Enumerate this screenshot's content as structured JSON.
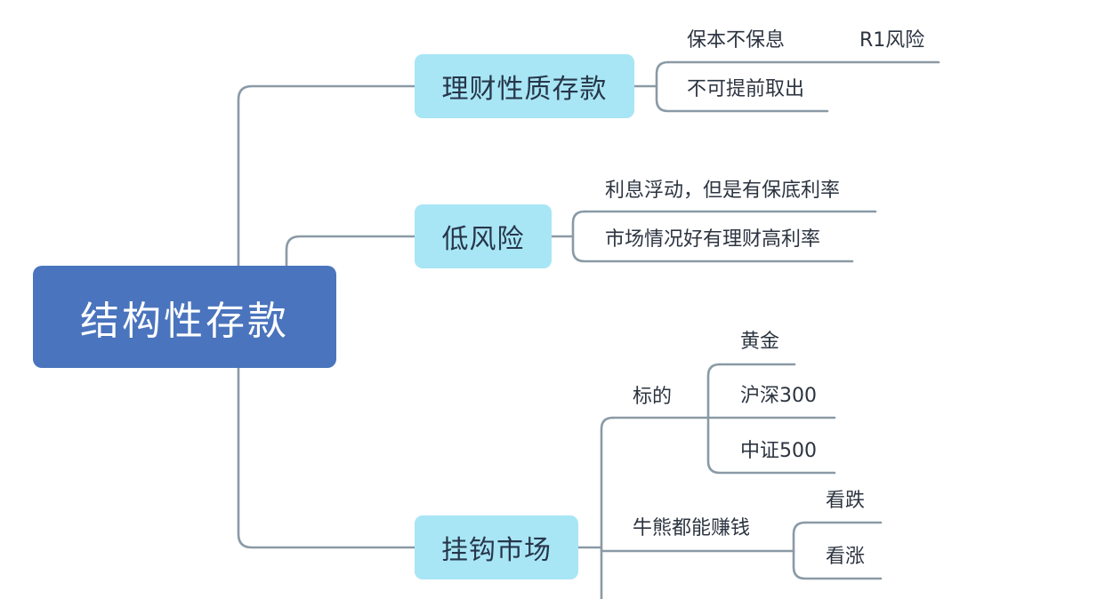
{
  "root": {
    "label": "结构性存款"
  },
  "branches": [
    {
      "label": "理财性质存款",
      "items": [
        {
          "label": "保本不保息",
          "child": "R1风险"
        },
        {
          "label": "不可提前取出"
        }
      ]
    },
    {
      "label": "低风险",
      "items": [
        {
          "label": "利息浮动，但是有保底利率"
        },
        {
          "label": "市场情况好有理财高利率"
        }
      ]
    },
    {
      "label": "挂钩市场",
      "items": [
        {
          "label": "标的",
          "children": [
            "黄金",
            "沪深300",
            "中证500"
          ]
        },
        {
          "label": "牛熊都能赚钱",
          "children": [
            "看跌",
            "看涨"
          ]
        }
      ]
    }
  ],
  "colors": {
    "root": "#4a74bd",
    "branch": "#a8e6f5",
    "line": "#8a9aa6"
  }
}
